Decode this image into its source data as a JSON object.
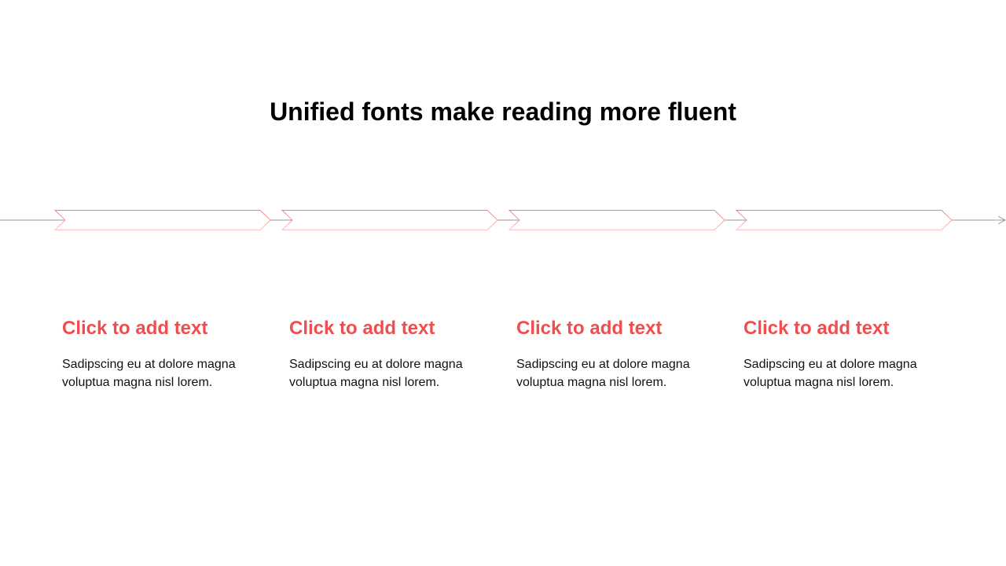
{
  "title": "Unified fonts make reading more fluent",
  "colors": {
    "accent": "#f04e4e",
    "line": "#999999"
  },
  "steps": [
    {
      "heading": "Click to add text",
      "body": "Sadipscing eu at dolore magna voluptua magna nisl lorem."
    },
    {
      "heading": "Click to add text",
      "body": "Sadipscing eu at dolore magna voluptua magna nisl lorem."
    },
    {
      "heading": "Click to add text",
      "body": "Sadipscing eu at dolore magna voluptua magna nisl lorem."
    },
    {
      "heading": "Click to add text",
      "body": "Sadipscing eu at dolore magna voluptua magna nisl lorem."
    }
  ]
}
